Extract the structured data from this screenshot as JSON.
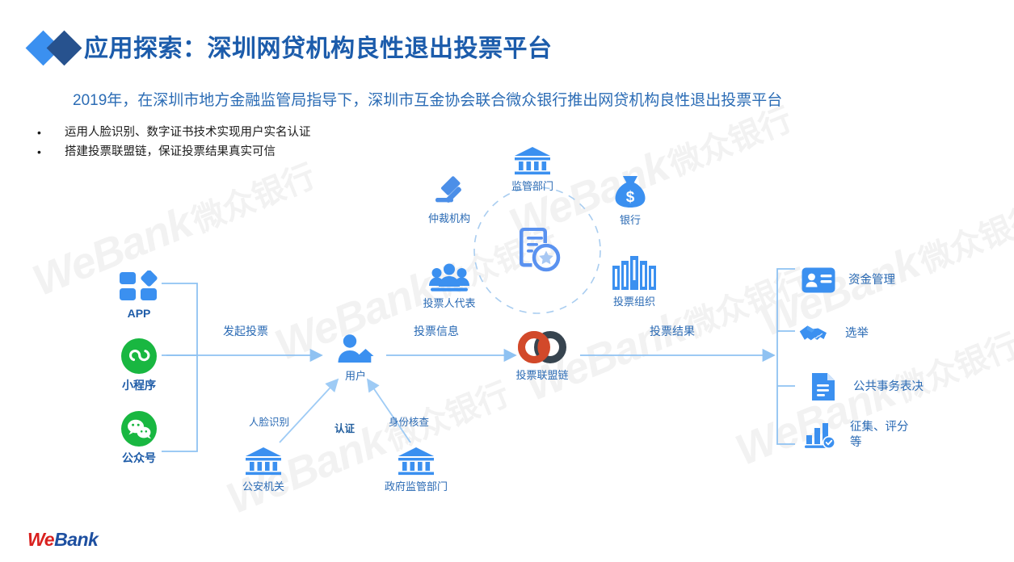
{
  "header": {
    "title": "应用探索：深圳网贷机构良性退出投票平台",
    "subtitle": "2019年，在深圳市地方金融监管局指导下，深圳市互金协会联合微众银行推出网贷机构良性退出投票平台",
    "bullet_marker": "•",
    "bullets": [
      "运用人脸识别、数字证书技术实现用户实名认证",
      "搭建投票联盟链，保证投票结果真实可信"
    ]
  },
  "watermark": {
    "en": "WeBank",
    "cn": "微众银行"
  },
  "channels": [
    {
      "label": "APP",
      "icon": "app-grid-icon"
    },
    {
      "label": "小程序",
      "icon": "wechat-miniprogram-icon"
    },
    {
      "label": "公众号",
      "icon": "wechat-official-account-icon"
    }
  ],
  "flow_labels": {
    "initiate_vote": "发起投票",
    "vote_info": "投票信息",
    "vote_result": "投票结果",
    "authenticate": "认证",
    "face_recognition": "人脸识别",
    "identity_check": "身份核查"
  },
  "user_node": {
    "label": "用户",
    "icon": "user-person-icon"
  },
  "chain_node": {
    "label": "投票联盟链",
    "icon": "blockchain-rings-icon"
  },
  "verifiers": [
    {
      "label": "公安机关",
      "icon": "bank-pillars-icon"
    },
    {
      "label": "政府监管部门",
      "icon": "bank-pillars-icon"
    }
  ],
  "consortium": {
    "center_icon": "certified-document-icon",
    "members": [
      {
        "label": "监管部门",
        "icon": "bank-pillars-icon"
      },
      {
        "label": "仲裁机构",
        "icon": "gavel-icon"
      },
      {
        "label": "投票人代表",
        "icon": "people-group-icon"
      },
      {
        "label": "银行",
        "icon": "money-bag-icon"
      },
      {
        "label": "投票组织",
        "icon": "buildings-icon"
      }
    ]
  },
  "applications": [
    {
      "label": "资金管理",
      "icon": "id-card-icon"
    },
    {
      "label": "选举",
      "icon": "handshake-icon"
    },
    {
      "label": "公共事务表决",
      "icon": "document-icon"
    },
    {
      "label": "征集、评分\n等",
      "icon": "bar-chart-check-icon"
    }
  ],
  "footer_logo": {
    "we": "We",
    "bank": "Bank"
  },
  "colors": {
    "title_blue": "#1c5cab",
    "accent_blue": "#3b90f0",
    "dark_blue": "#27528e",
    "wechat_green": "#19b741",
    "chain_orange": "#d2492a",
    "chain_navy": "#37444f",
    "line_blue": "#8fc2f2"
  }
}
